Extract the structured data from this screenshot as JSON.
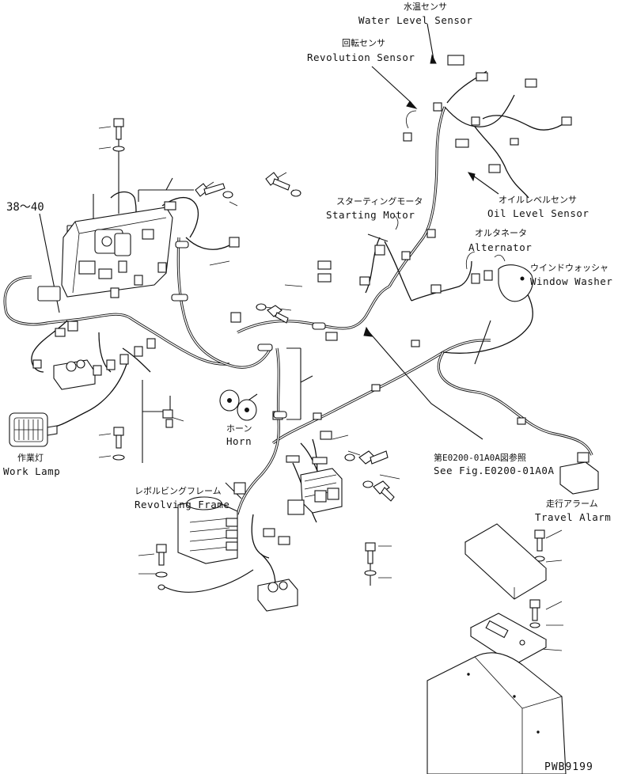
{
  "labels": {
    "water_level_sensor": {
      "jp": "水温センサ",
      "en": "Water Level Sensor"
    },
    "revolution_sensor": {
      "jp": "回転センサ",
      "en": "Revolution Sensor"
    },
    "starting_motor": {
      "jp": "スターティングモータ",
      "en": "Starting Motor"
    },
    "oil_level_sensor": {
      "jp": "オイルレベルセンサ",
      "en": "Oil Level Sensor"
    },
    "alternator": {
      "jp": "オルタネータ",
      "en": "Alternator"
    },
    "window_washer": {
      "jp": "ウインドウォッシャ",
      "en": "Window Washer"
    },
    "horn": {
      "jp": "ホーン",
      "en": "Horn"
    },
    "work_lamp": {
      "jp": "作業灯",
      "en": "Work Lamp"
    },
    "revolving_frame": {
      "jp": "レボルビングフレーム",
      "en": "Revolving Frame"
    },
    "see_fig": {
      "jp": "第E0200-01A0A図参照",
      "en": "See Fig.E0200-01A0A"
    },
    "travel_alarm": {
      "jp": "走行アラーム",
      "en": "Travel Alarm"
    }
  },
  "ref_range": "38～40",
  "drawing_code": "PWB9199"
}
